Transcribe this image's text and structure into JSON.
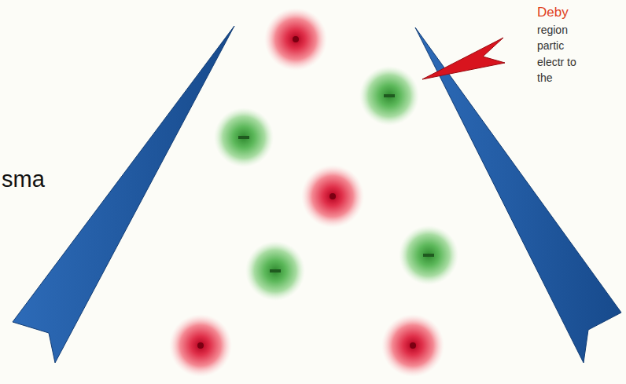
{
  "diagram": {
    "labels": [
      "sma",
      "Deby",
      "region partic electr to the"
    ]
  }
}
